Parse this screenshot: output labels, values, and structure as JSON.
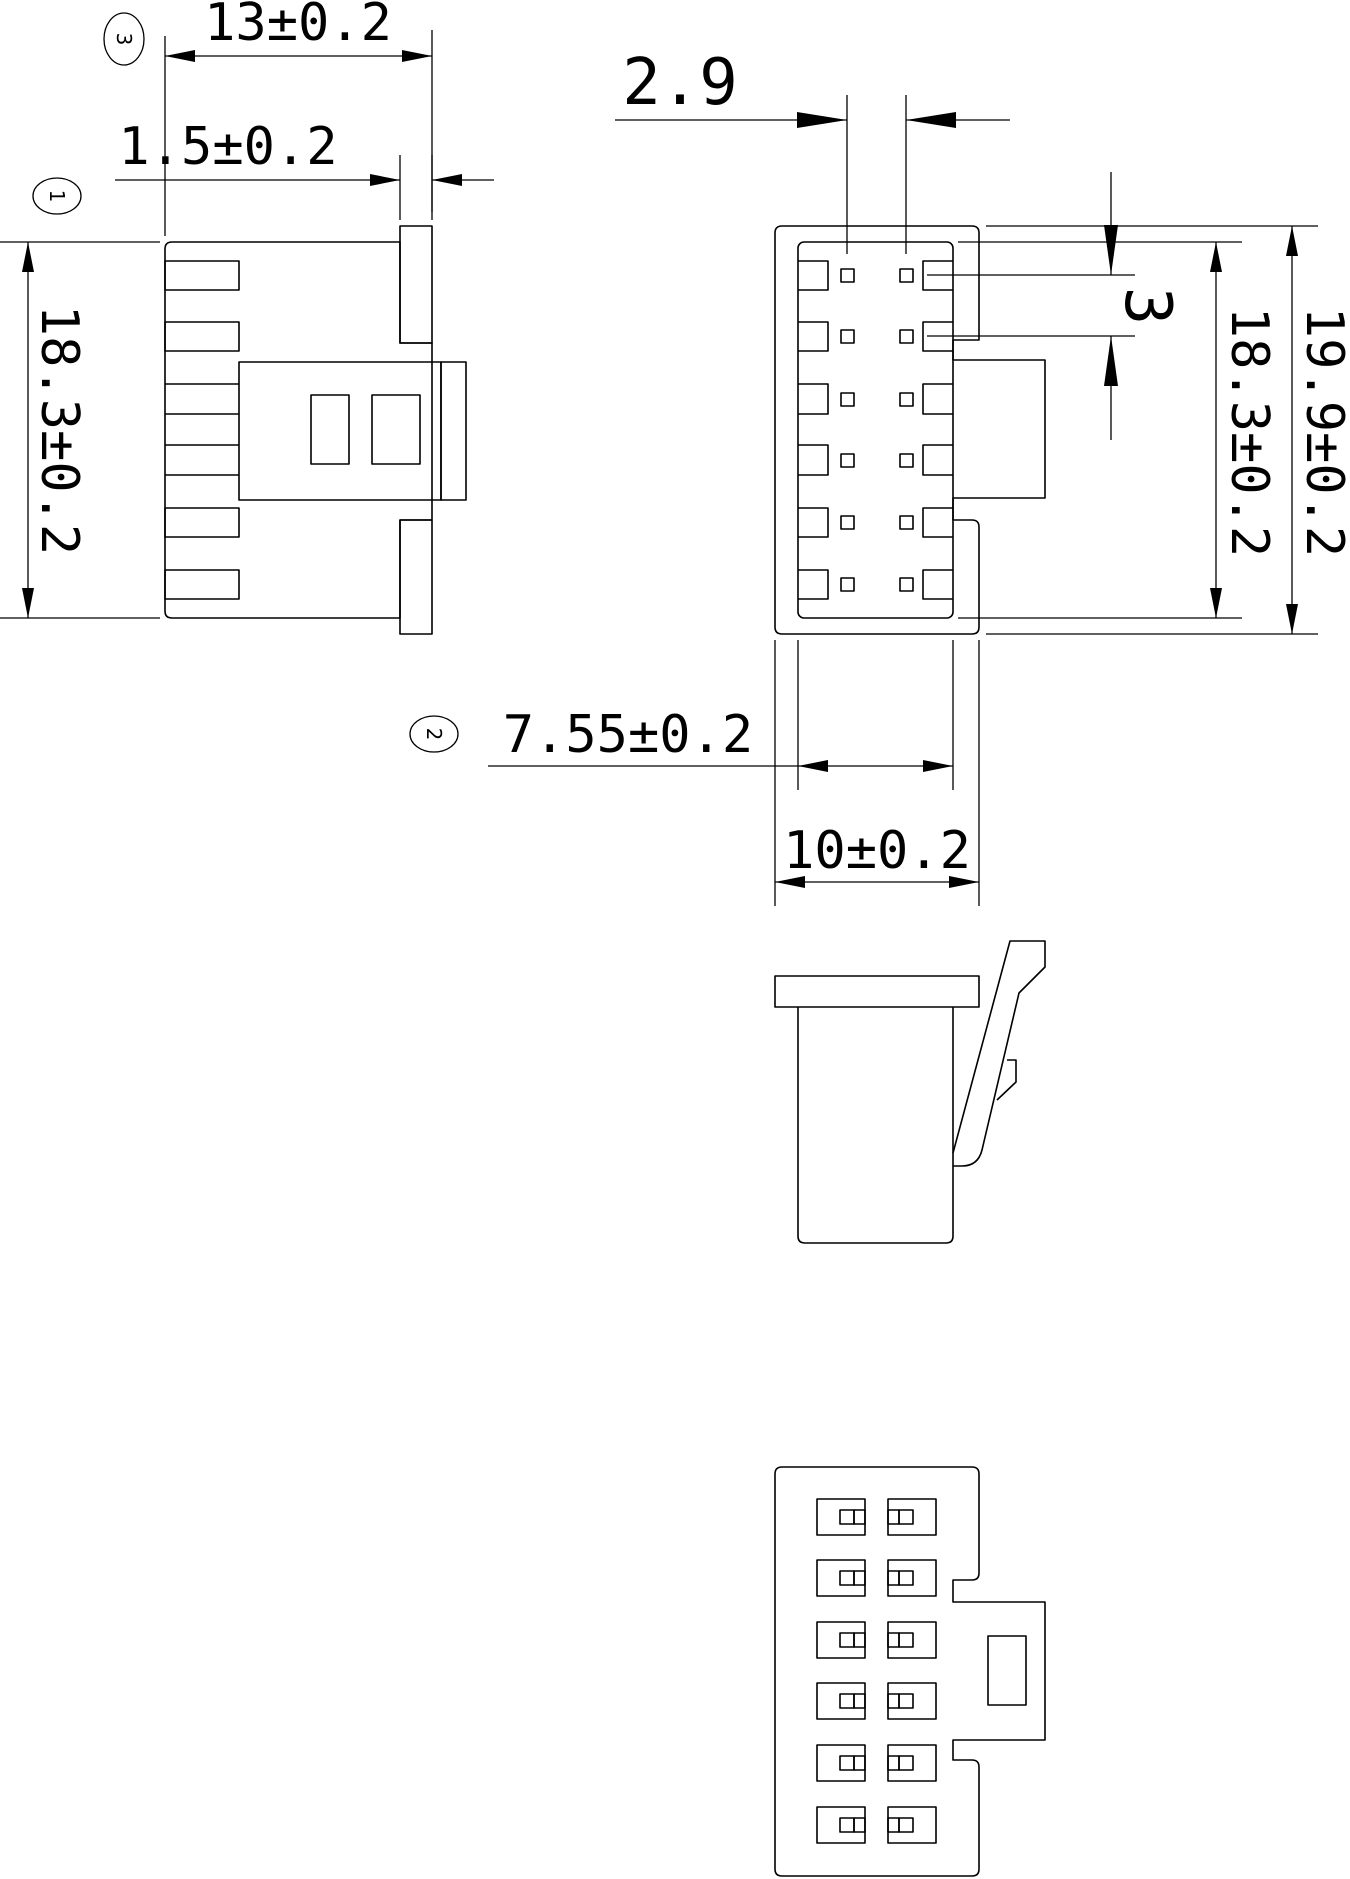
{
  "dimensions": {
    "width_13": "13±0.2",
    "tab_1_5": "1.5±0.2",
    "height_18_3_left": "18.3±0.2",
    "pitch_2_9": "2.9",
    "pitch_3": "3",
    "height_18_3_right": "18.3±0.2",
    "height_19_9": "19.9±0.2",
    "width_7_55": "7.55±0.2",
    "width_10": "10±0.2"
  },
  "callouts": {
    "c1": "1",
    "c2": "2",
    "c3": "3"
  }
}
